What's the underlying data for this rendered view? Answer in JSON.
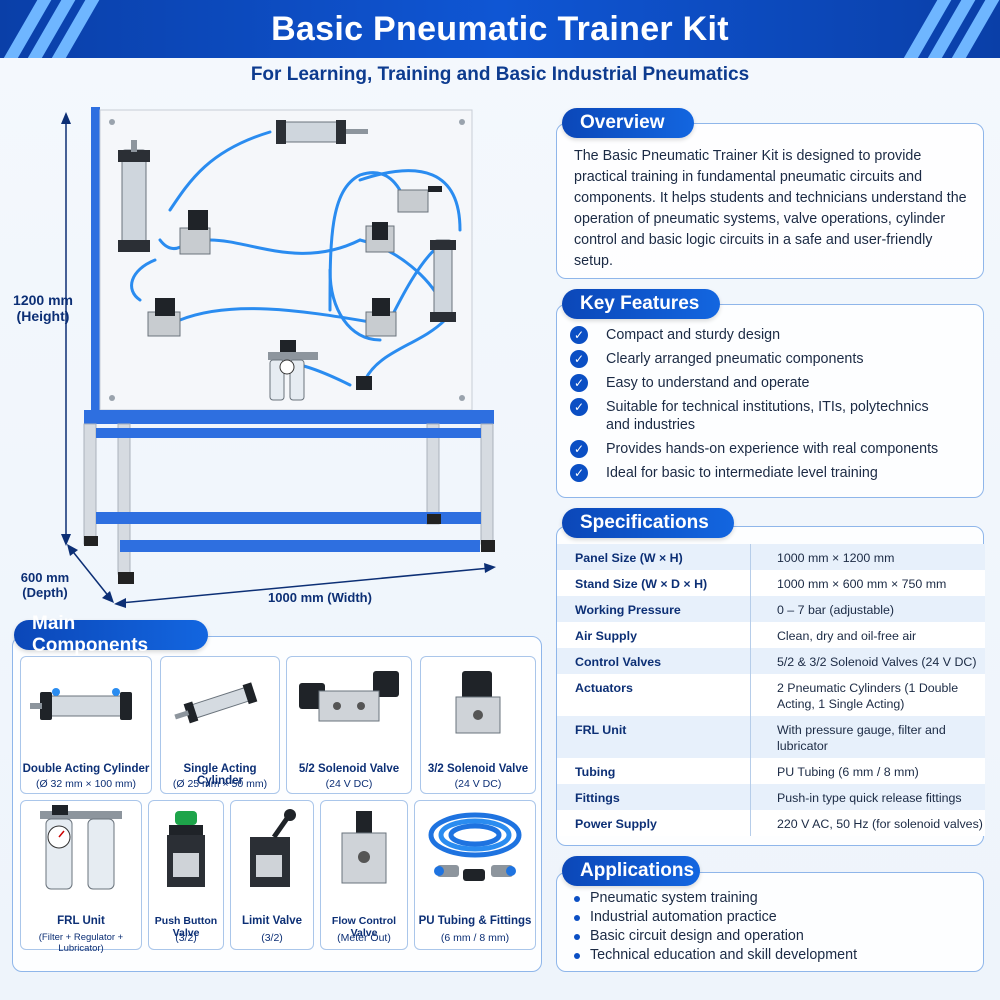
{
  "header": {
    "title": "Basic Pneumatic Trainer Kit",
    "subtitle": "For Learning, Training and Basic Industrial Pneumatics"
  },
  "dimensions": {
    "height": "1200 mm\n(Height)",
    "height_line1": "1200 mm",
    "height_line2": "(Height)",
    "depth_line1": "600 mm",
    "depth_line2": "(Depth)",
    "width": "1000 mm (Width)"
  },
  "overview": {
    "title": "Overview",
    "text": "The Basic Pneumatic Trainer Kit is designed to provide practical training in fundamental pneumatic circuits and components. It helps students and technicians understand the operation of pneumatic systems, valve operations, cylinder control and basic logic circuits in a safe and user-friendly setup."
  },
  "key_features": {
    "title": "Key Features",
    "items": [
      "Compact and sturdy design",
      "Clearly arranged pneumatic components",
      "Easy to understand and operate",
      "Suitable for technical institutions, ITIs, polytechnics and industries",
      "Provides hands-on experience with real components",
      "Ideal for basic to intermediate level training"
    ]
  },
  "specifications": {
    "title": "Specifications",
    "rows": [
      {
        "key": "Panel Size (W × H)",
        "value": "1000 mm × 1200 mm"
      },
      {
        "key": "Stand Size (W × D × H)",
        "value": "1000 mm × 600 mm × 750 mm"
      },
      {
        "key": "Working Pressure",
        "value": "0 – 7 bar (adjustable)"
      },
      {
        "key": "Air Supply",
        "value": "Clean, dry and oil-free air"
      },
      {
        "key": "Control Valves",
        "value": "5/2 & 3/2 Solenoid Valves (24 V DC)"
      },
      {
        "key": "Actuators",
        "value": "2 Pneumatic Cylinders (1 Double Acting, 1 Single Acting)"
      },
      {
        "key": "FRL Unit",
        "value": "With pressure gauge, filter and lubricator"
      },
      {
        "key": "Tubing",
        "value": "PU Tubing (6 mm / 8 mm)"
      },
      {
        "key": "Fittings",
        "value": "Push-in type quick release fittings"
      },
      {
        "key": "Power Supply",
        "value": "220 V AC, 50 Hz (for solenoid valves)"
      }
    ]
  },
  "applications": {
    "title": "Applications",
    "items": [
      "Pneumatic system training",
      "Industrial automation practice",
      "Basic circuit design and operation",
      "Technical education and skill development"
    ]
  },
  "components": {
    "title": "Main Components",
    "items": [
      {
        "name": "Double Acting Cylinder",
        "detail": "(Ø 32 mm × 100 mm)",
        "icon": "double-cylinder-icon"
      },
      {
        "name": "Single Acting Cylinder",
        "detail": "(Ø 25 mm × 50 mm)",
        "icon": "single-cylinder-icon"
      },
      {
        "name": "5/2 Solenoid Valve",
        "detail": "(24 V DC)",
        "icon": "solenoid-valve-icon"
      },
      {
        "name": "3/2 Solenoid Valve",
        "detail": "(24 V DC)",
        "icon": "solenoid-valve-icon"
      },
      {
        "name": "FRL Unit",
        "detail": "(Filter + Regulator + Lubricator)",
        "icon": "frl-unit-icon"
      },
      {
        "name": "Push Button Valve",
        "detail": "(3/2)",
        "icon": "push-button-valve-icon"
      },
      {
        "name": "Limit Valve",
        "detail": "(3/2)",
        "icon": "limit-valve-icon"
      },
      {
        "name": "Flow Control Valve",
        "detail": "(Meter Out)",
        "icon": "flow-control-valve-icon"
      },
      {
        "name": "PU Tubing & Fittings",
        "detail": "(6 mm / 8 mm)",
        "icon": "tubing-icon"
      }
    ]
  },
  "colors": {
    "primary": "#0b47b8",
    "accent": "#1366e0",
    "tube": "#2a8cf0",
    "frame": "#2e6fe0"
  }
}
